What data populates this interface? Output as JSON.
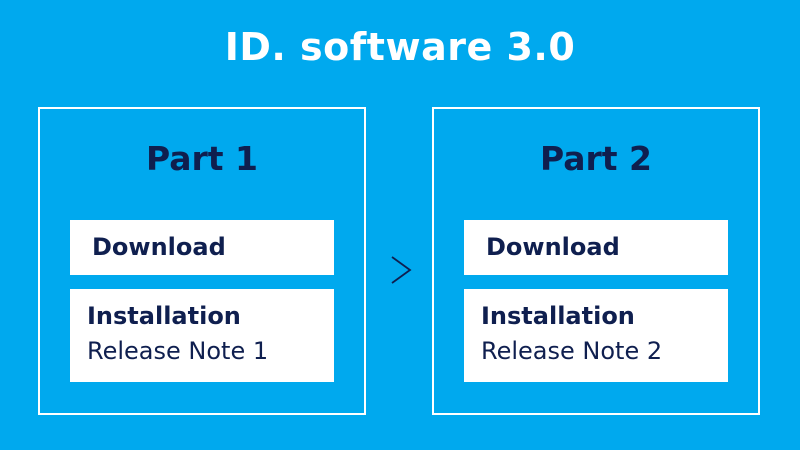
{
  "title": "ID. software 3.0",
  "parts": [
    {
      "title": "Part 1",
      "download": "Download",
      "installation": "Installation",
      "release_note": "Release Note 1"
    },
    {
      "title": "Part 2",
      "download": "Download",
      "installation": "Installation",
      "release_note": "Release Note 2"
    }
  ],
  "icons": {
    "arrow": "chevron-right-icon"
  },
  "colors": {
    "background": "#00a9ee",
    "text_dark": "#0f1f4f",
    "panel_border": "#ffffff",
    "box_fill": "#ffffff"
  }
}
